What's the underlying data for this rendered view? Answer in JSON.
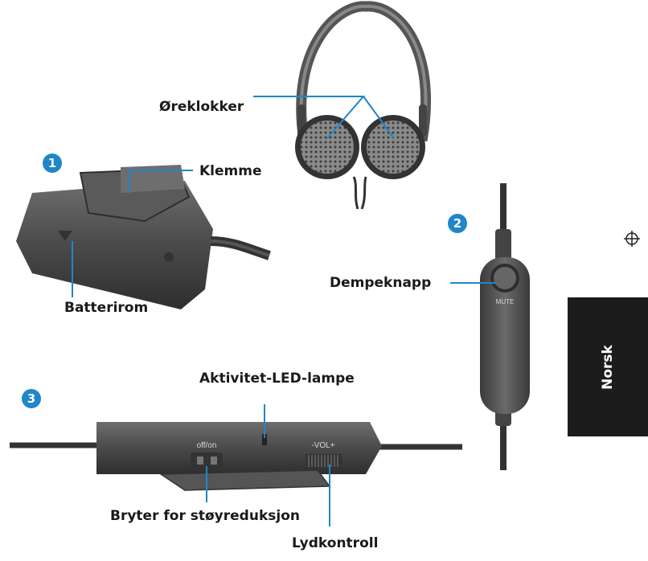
{
  "badges": {
    "one": "1",
    "two": "2",
    "three": "3"
  },
  "callouts": {
    "earcups": "Øreklokker",
    "clip": "Klemme",
    "battery": "Batterirom",
    "mute": "Dempeknapp",
    "led": "Aktivitet-LED-lampe",
    "noise_switch": "Bryter for støyreduksjon",
    "volume": "Lydkontroll"
  },
  "device_labels": {
    "mute": "MUTE",
    "offon": "off/on",
    "vol": "-VOL+"
  },
  "language_tab": "Norsk",
  "colors": {
    "accent": "#1f86c8",
    "tab": "#1c1c1c",
    "device": "#4a4a4a"
  },
  "icons": {
    "registration_mark": "crosshair-circle-icon"
  }
}
